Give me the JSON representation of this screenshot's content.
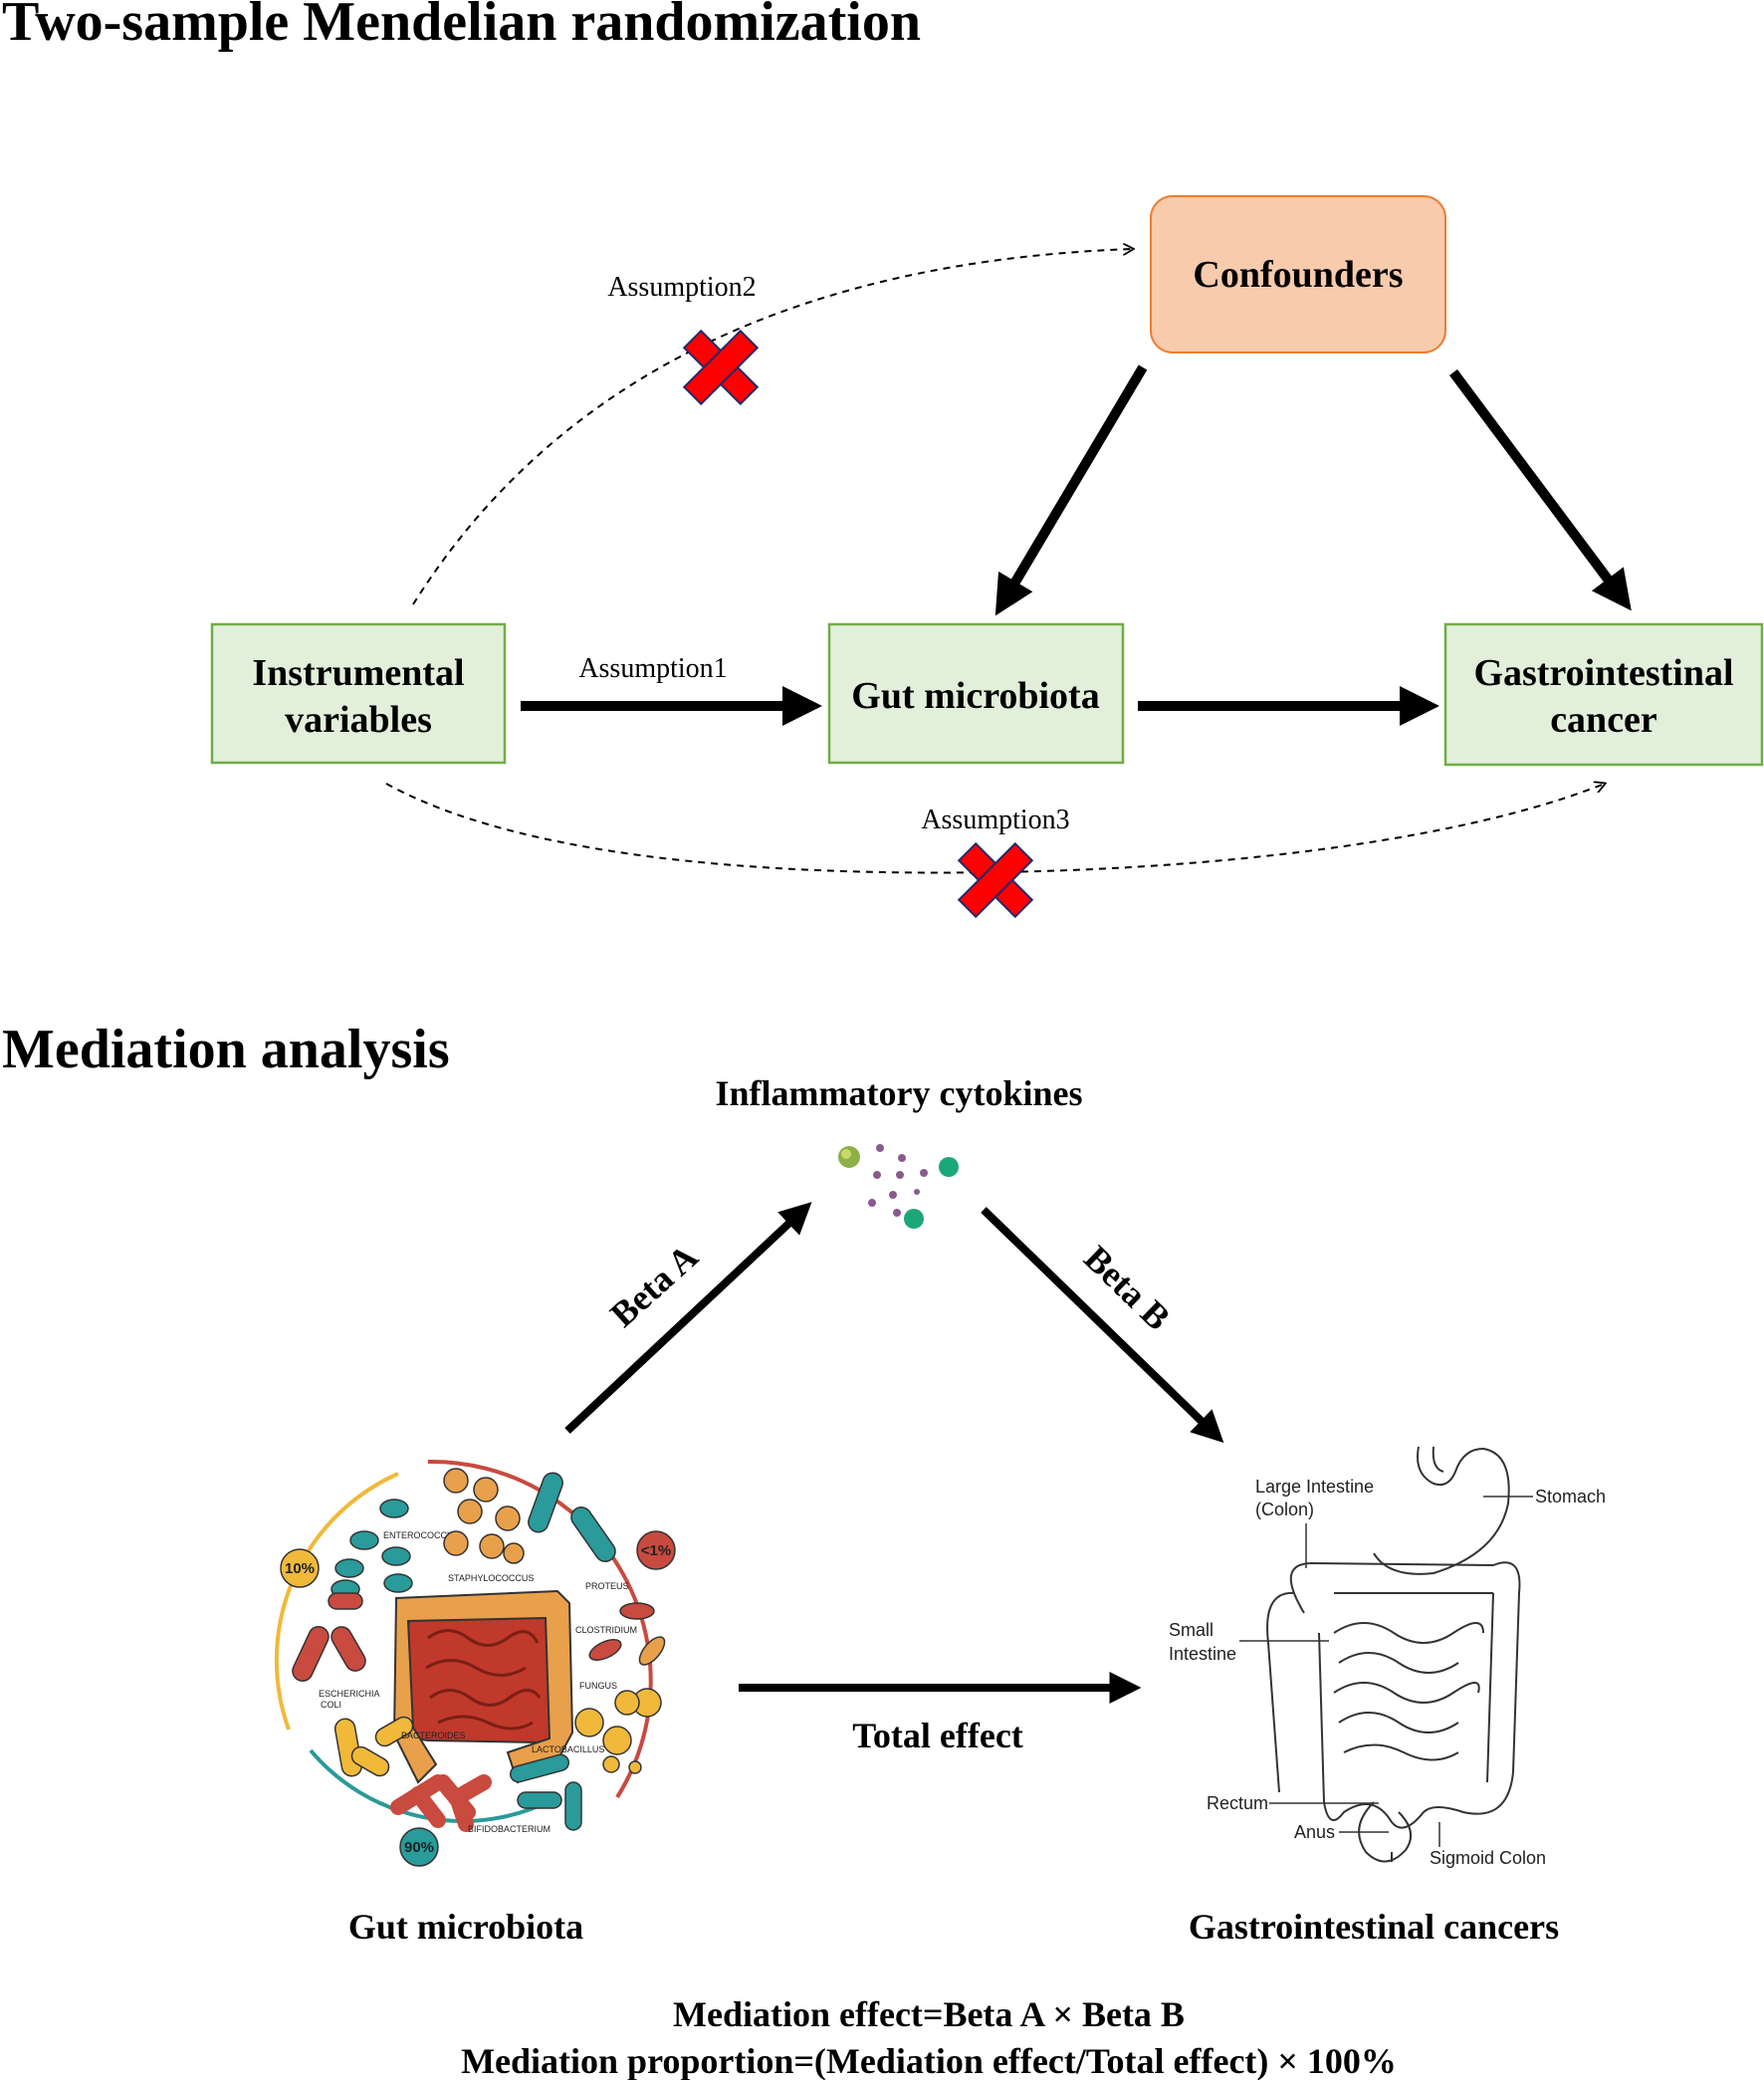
{
  "section1": {
    "heading": "Two-sample Mendelian randomization",
    "nodes": {
      "confounders": "Confounders",
      "instrumental_line1": "Instrumental",
      "instrumental_line2": "variables",
      "gut": "Gut microbiota",
      "cancer_line1": "Gastrointestinal",
      "cancer_line2": "cancer"
    },
    "assumptions": {
      "a1": "Assumption1",
      "a2": "Assumption2",
      "a3": "Assumption3"
    },
    "colors": {
      "confounder_fill": "#f8cbad",
      "confounder_stroke": "#ed7d31",
      "box_fill": "#e2efda",
      "box_stroke": "#70ad47",
      "cross": "#ff0000"
    }
  },
  "section2": {
    "heading": "Mediation analysis",
    "mediator": "Inflammatory cytokines",
    "beta_a": "Beta A",
    "beta_b": "Beta B",
    "total_effect": "Total effect",
    "exposure": "Gut microbiota",
    "outcome": "Gastrointestinal cancers",
    "formula1": "Mediation effect=Beta A × Beta B",
    "formula2": "Mediation proportion=(Mediation effect/Total effect) × 100%",
    "organs": {
      "large_l1": "Large Intestine",
      "large_l2": "(Colon)",
      "stomach": "Stomach",
      "small_l1": "Small",
      "small_l2": "Intestine",
      "rectum": "Rectum",
      "anus": "Anus",
      "sigmoid": "Sigmoid Colon"
    },
    "bacteria": {
      "enterococcus": "ENTEROCOCCUS",
      "staphylococcus": "STAPHYLOCOCCUS",
      "proteus": "PROTEUS",
      "clostridium": "CLOSTRIDIUM",
      "fungus": "FUNGUS",
      "escherichia_l1": "ESCHERICHIA",
      "escherichia_l2": "COLI",
      "bacteroides": "BACTEROIDES",
      "lactobacillus": "LACTOBACILLUS",
      "bifidobacterium": "BIFIDOBACTERIUM",
      "pct10": "10%",
      "pct1": "<1%",
      "pct90": "90%"
    }
  }
}
